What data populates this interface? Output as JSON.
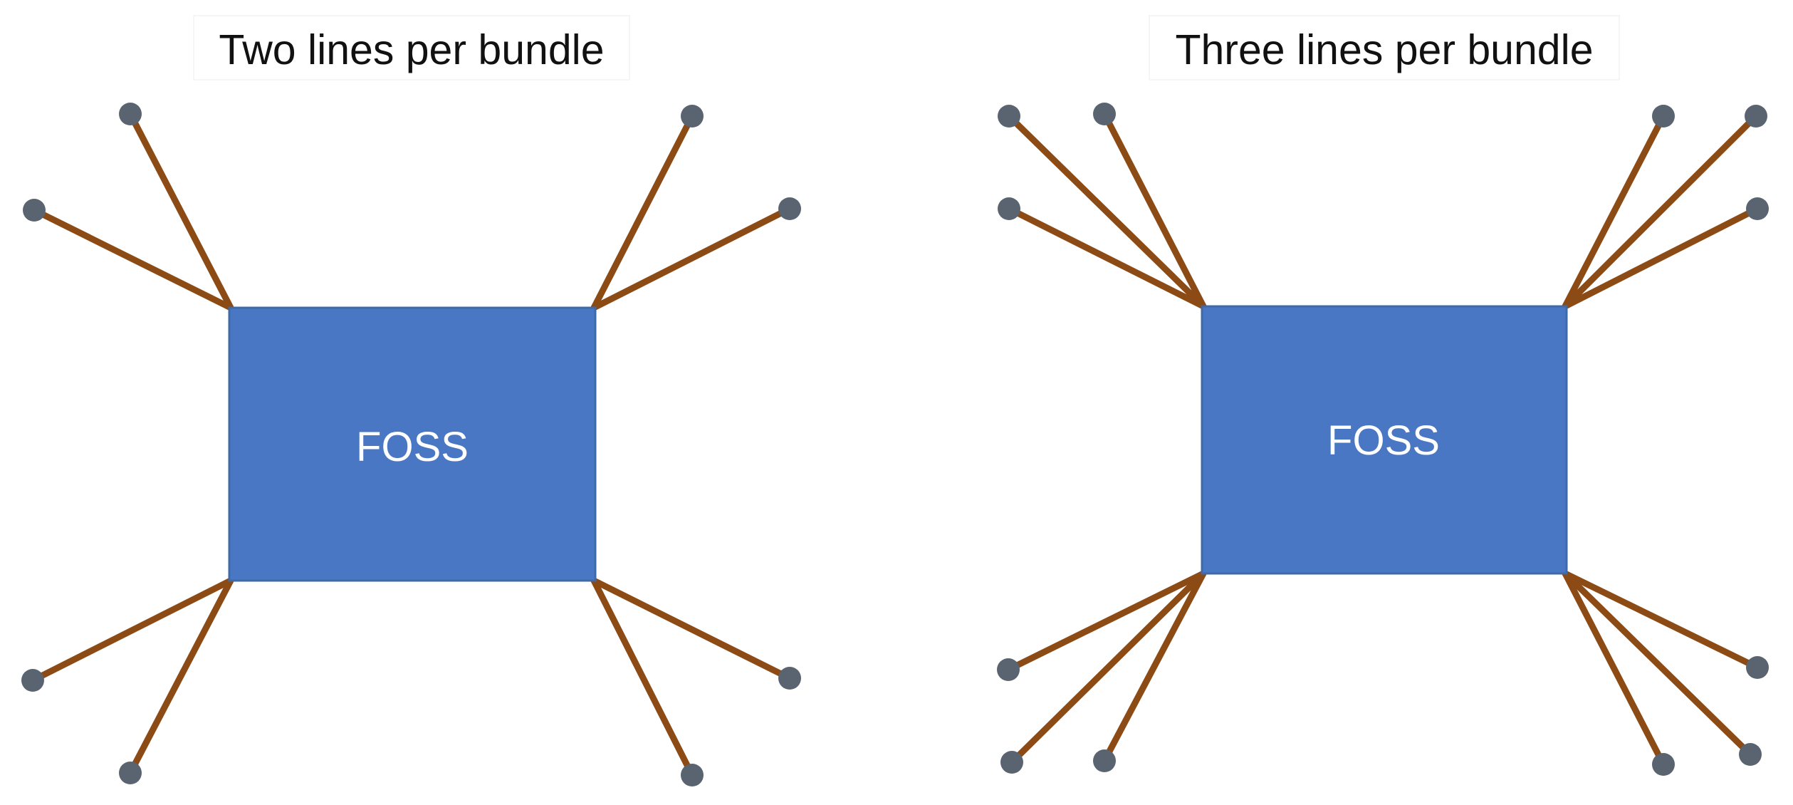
{
  "colors": {
    "box_fill": "#4a77c3",
    "line": "#8c4a15",
    "terminal": "#5a6470",
    "background": "#ffffff"
  },
  "panels": [
    {
      "title": "Two lines per bundle",
      "box_label": "FOSS",
      "lines_per_bundle": 2,
      "bundle_count": 4
    },
    {
      "title": "Three lines per bundle",
      "box_label": "FOSS",
      "lines_per_bundle": 3,
      "bundle_count": 4
    }
  ]
}
